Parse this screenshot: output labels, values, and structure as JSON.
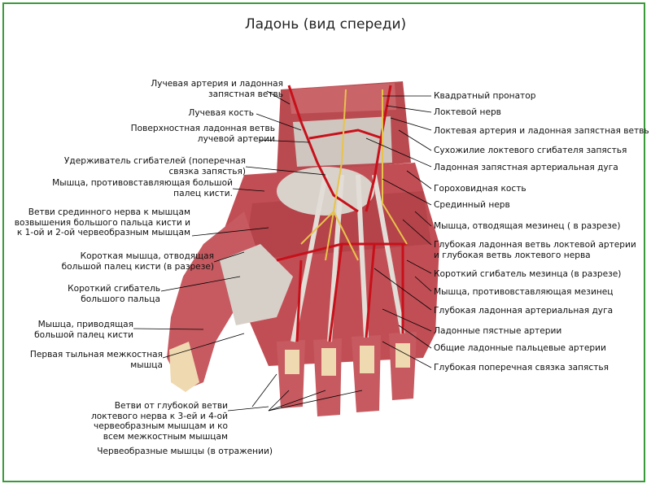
{
  "title": "Ладонь (вид спереди)",
  "colors": {
    "frame": "#3a9a3a",
    "muscle": "#c8555a",
    "muscle_dark": "#a63a40",
    "tendon": "#d9d4cf",
    "artery": "#c8101a",
    "nerve": "#e8c34a",
    "bone": "#efd9b0"
  },
  "labels_left": [
    "Лучевая артерия и ладонная\nзапястная ветвь",
    "Лучевая кость",
    "Поверхностная ладонная ветвь\nлучевой артерии",
    "Удерживатель сгибателей (поперечная\nсвязка запястья)",
    "Мышца, противовставляющая большой\nпалец кисти.",
    "Ветви срединного нерва к мышцам\nвозвышения большого пальца кисти и\nк 1-ой и 2-ой червеобразным мышцам",
    "Короткая мышца, отводящая\nбольшой палец кисти (в разрезе)",
    "Короткий сгибатель\nбольшого пальца",
    "Мышца, приводящая\nбольшой палец кисти",
    "Первая тыльная межкостная\nмышца",
    "Ветви от глубокой ветви\nлоктевого нерва к 3-ей и 4-ой\nчервеобразным мышцам и ко\nвсем межкостным мышцам",
    "Червеобразные мышцы (в отражении)"
  ],
  "labels_right": [
    "Квадратный пронатор",
    "Локтевой нерв",
    "Локтевая артерия и ладонная запястная ветвь",
    "Сухожилие локтевого сгибателя запястья",
    "Ладонная запястная артериальная дуга",
    "Гороховидная кость",
    "Срединный нерв",
    "Мышца, отводящая мезинец ( в разрезе)",
    "Глубокая ладонная ветвь локтевой артерии\nи глубокая ветвь локтевого нерва",
    "Короткий сгибатель мезинца (в разрезе)",
    "Мышца, противовставляющая мезинец",
    "Глубокая ладонная артериальная дуга",
    "Ладонные пястные артерии",
    "Общие ладонные пальцевые артерии",
    "Глубокая поперечная связка запястья"
  ]
}
